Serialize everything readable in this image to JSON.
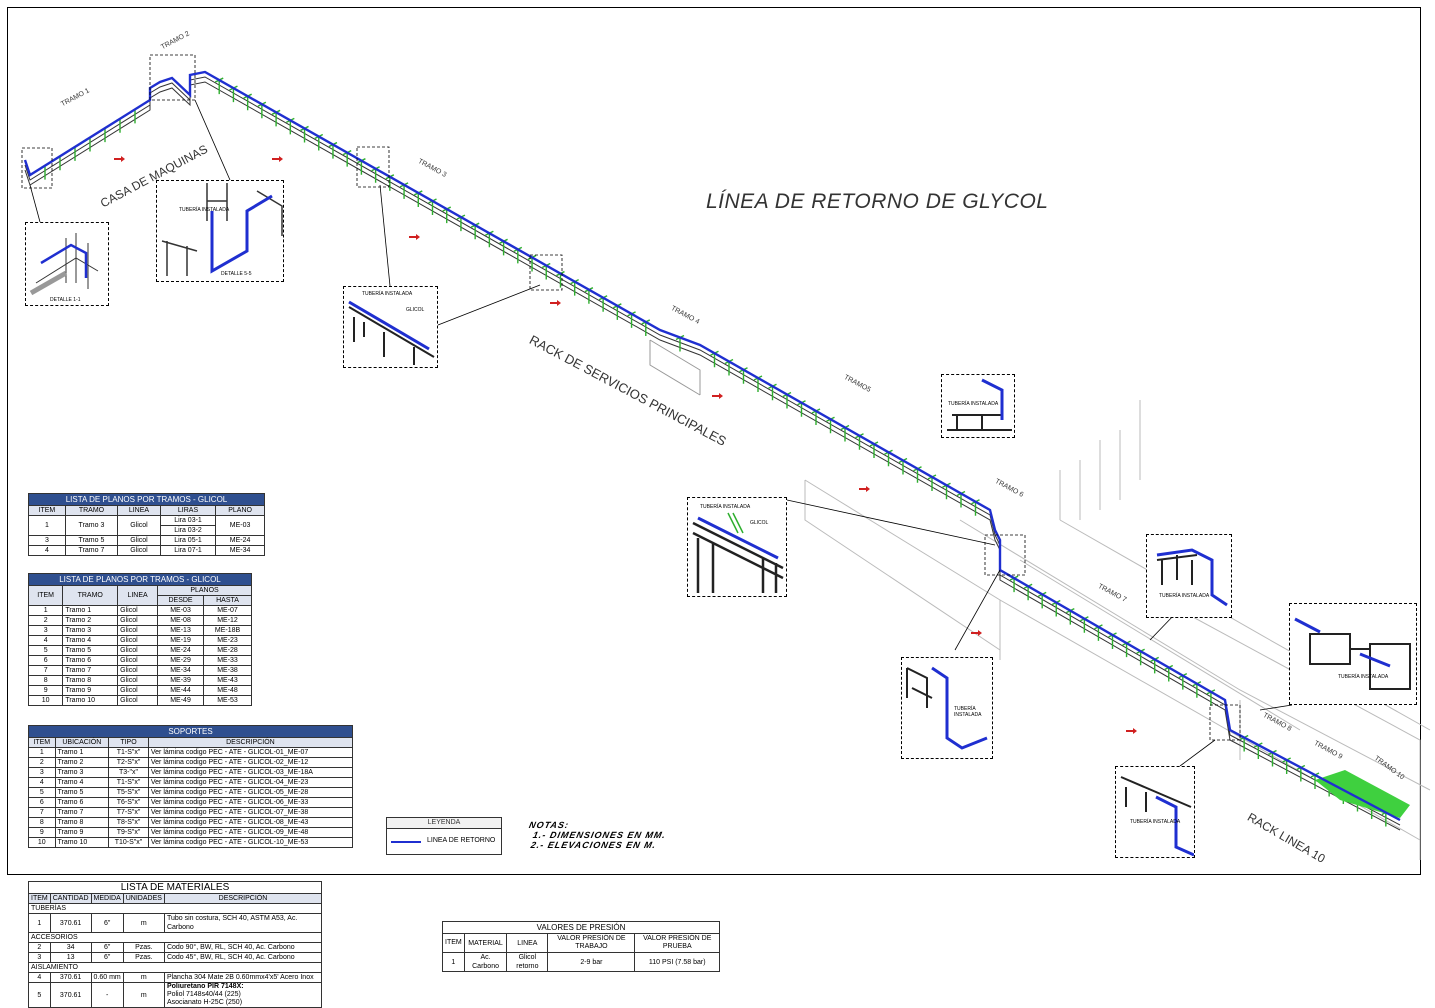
{
  "drawing": {
    "title": "LÍNEA DE RETORNO DE GLYCOL",
    "labels": {
      "tramo1": "TRAMO 1",
      "tramo2": "TRAMO 2",
      "tramo3": "TRAMO 3",
      "tramo4": "TRAMO 4",
      "tramo5": "TRAMO5",
      "tramo6": "TRAMO 6",
      "tramo7": "TRAMO 7",
      "tramo8": "TRAMO 8",
      "tramo9": "TRAMO 9",
      "tramo10": "TRAMO 10",
      "casa": "CASA DE MAQUINAS",
      "rack": "RACK DE SERVICIOS PRINCIPALES",
      "rack10": "RACK LINEA 10"
    },
    "details": {
      "d1": "DETALLE 1-1",
      "d5": "DETALLE 5-5",
      "tuberia": "TUBERÍA INSTALADA",
      "glicol": "GLICOL"
    },
    "colors": {
      "pipe": "#1f2fd0",
      "support": "#2fae2f",
      "outline": "#333333",
      "header": "#2f4f8f"
    }
  },
  "lista_planos_liras": {
    "title": "LISTA DE PLANOS POR TRAMOS - GLICOL",
    "headers": [
      "ITEM",
      "TRAMO",
      "LINEA",
      "LIRAS",
      "PLANO"
    ],
    "rows": [
      {
        "item": "1",
        "tramo": "Tramo 3",
        "linea": "Glicol",
        "liras": [
          "Lira 03-1",
          "Lira 03-2"
        ],
        "plano": "ME-03"
      },
      {
        "item": "3",
        "tramo": "Tramo 5",
        "linea": "Glicol",
        "liras": [
          "Lira 05-1"
        ],
        "plano": "ME-24"
      },
      {
        "item": "4",
        "tramo": "Tramo 7",
        "linea": "Glicol",
        "liras": [
          "Lira 07-1"
        ],
        "plano": "ME-34"
      }
    ]
  },
  "lista_planos": {
    "title": "LISTA DE PLANOS POR TRAMOS - GLICOL",
    "headers": [
      "ITEM",
      "TRAMO",
      "LINEA",
      "PLANOS",
      "DESDE",
      "HASTA"
    ],
    "rows": [
      [
        "1",
        "Tramo 1",
        "Glicol",
        "ME-03",
        "ME-07"
      ],
      [
        "2",
        "Tramo 2",
        "Glicol",
        "ME-08",
        "ME-12"
      ],
      [
        "3",
        "Tramo 3",
        "Glicol",
        "ME-13",
        "ME-18B"
      ],
      [
        "4",
        "Tramo 4",
        "Glicol",
        "ME-19",
        "ME-23"
      ],
      [
        "5",
        "Tramo 5",
        "Glicol",
        "ME-24",
        "ME-28"
      ],
      [
        "6",
        "Tramo 6",
        "Glicol",
        "ME-29",
        "ME-33"
      ],
      [
        "7",
        "Tramo 7",
        "Glicol",
        "ME-34",
        "ME-38"
      ],
      [
        "8",
        "Tramo 8",
        "Glicol",
        "ME-39",
        "ME-43"
      ],
      [
        "9",
        "Tramo 9",
        "Glicol",
        "ME-44",
        "ME-48"
      ],
      [
        "10",
        "Tramo 10",
        "Glicol",
        "ME-49",
        "ME-53"
      ]
    ]
  },
  "soportes": {
    "title": "SOPORTES",
    "headers": [
      "ITEM",
      "UBICACIÓN",
      "TIPO",
      "DESCRIPCIÓN"
    ],
    "rows": [
      [
        "1",
        "Tramo 1",
        "T1-S\"x\"",
        "Ver lámina codigo PEC - ATE - GLICOL-01_ME-07"
      ],
      [
        "2",
        "Tramo 2",
        "T2-S\"x\"",
        "Ver lámina codigo PEC - ATE - GLICOL-02_ME-12"
      ],
      [
        "3",
        "Tramo 3",
        "T3-\"x\"",
        "Ver lámina codigo PEC - ATE - GLICOL-03_ME-18A"
      ],
      [
        "4",
        "Tramo 4",
        "T1-S\"x\"",
        "Ver lámina codigo PEC - ATE - GLICOL-04_ME-23"
      ],
      [
        "5",
        "Tramo 5",
        "T5-S\"x\"",
        "Ver lámina codigo PEC - ATE - GLICOL-05_ME-28"
      ],
      [
        "6",
        "Tramo 6",
        "T6-S\"x\"",
        "Ver lámina codigo PEC - ATE - GLICOL-06_ME-33"
      ],
      [
        "7",
        "Tramo 7",
        "T7-S\"x\"",
        "Ver lámina codigo PEC - ATE - GLICOL-07_ME-38"
      ],
      [
        "8",
        "Tramo 8",
        "T8-S\"x\"",
        "Ver lámina codigo PEC - ATE - GLICOL-08_ME-43"
      ],
      [
        "9",
        "Tramo 9",
        "T9-S\"x\"",
        "Ver lámina codigo PEC - ATE - GLICOL-09_ME-48"
      ],
      [
        "10",
        "Tramo 10",
        "T10-S\"x\"",
        "Ver lámina codigo PEC - ATE - GLICOL-10_ME-53"
      ]
    ]
  },
  "leyenda": {
    "title": "LEYENDA",
    "item": "LINEA DE RETORNO"
  },
  "notas": {
    "title": "NOTAS:",
    "lines": [
      "1.-  DIMENSIONES EN MM.",
      "2.- ELEVACIONES EN M."
    ]
  },
  "materiales": {
    "title": "LISTA DE MATERIALES",
    "headers": [
      "ITEM",
      "CANTIDAD",
      "MEDIDA",
      "UNIDADES",
      "DESCRIPCIÓN"
    ],
    "sections": [
      {
        "name": "TUBERÍAS",
        "rows": [
          [
            "1",
            "370.61",
            "6\"",
            "m",
            "Tubo sin costura, SCH 40, ASTM A53, Ac. Carbono"
          ]
        ]
      },
      {
        "name": "ACCESORIOS",
        "rows": [
          [
            "2",
            "34",
            "6\"",
            "Pzas.",
            "Codo 90°, BW, RL, SCH 40, Ac. Carbono"
          ],
          [
            "3",
            "13",
            "6\"",
            "Pzas.",
            "Codo 45°, BW, RL, SCH 40, Ac. Carbono"
          ]
        ]
      },
      {
        "name": "AISLAMIENTO",
        "rows": [
          [
            "4",
            "370.61",
            "0.60 mm",
            "m",
            "Plancha 304 Mate 2B 0.60mmx4'x5' Acero Inox"
          ],
          [
            "5",
            "370.61",
            "-",
            "m",
            "Poliuretano PIR 7148X:|Poliol 7148s40/44 (225)|Asocianato H-25C (250)"
          ]
        ]
      }
    ]
  },
  "presion": {
    "title": "VALORES DE PRESIÓN",
    "headers": [
      "ITEM",
      "MATERIAL",
      "LINEA",
      "VALOR PRESIÓN DE TRABAJO",
      "VALOR PRESIÓN DE PRUEBA"
    ],
    "rows": [
      [
        "1",
        "Ac. Carbono",
        "Glicol retorno",
        "2-9 bar",
        "110 PSI (7.58 bar)"
      ]
    ]
  }
}
